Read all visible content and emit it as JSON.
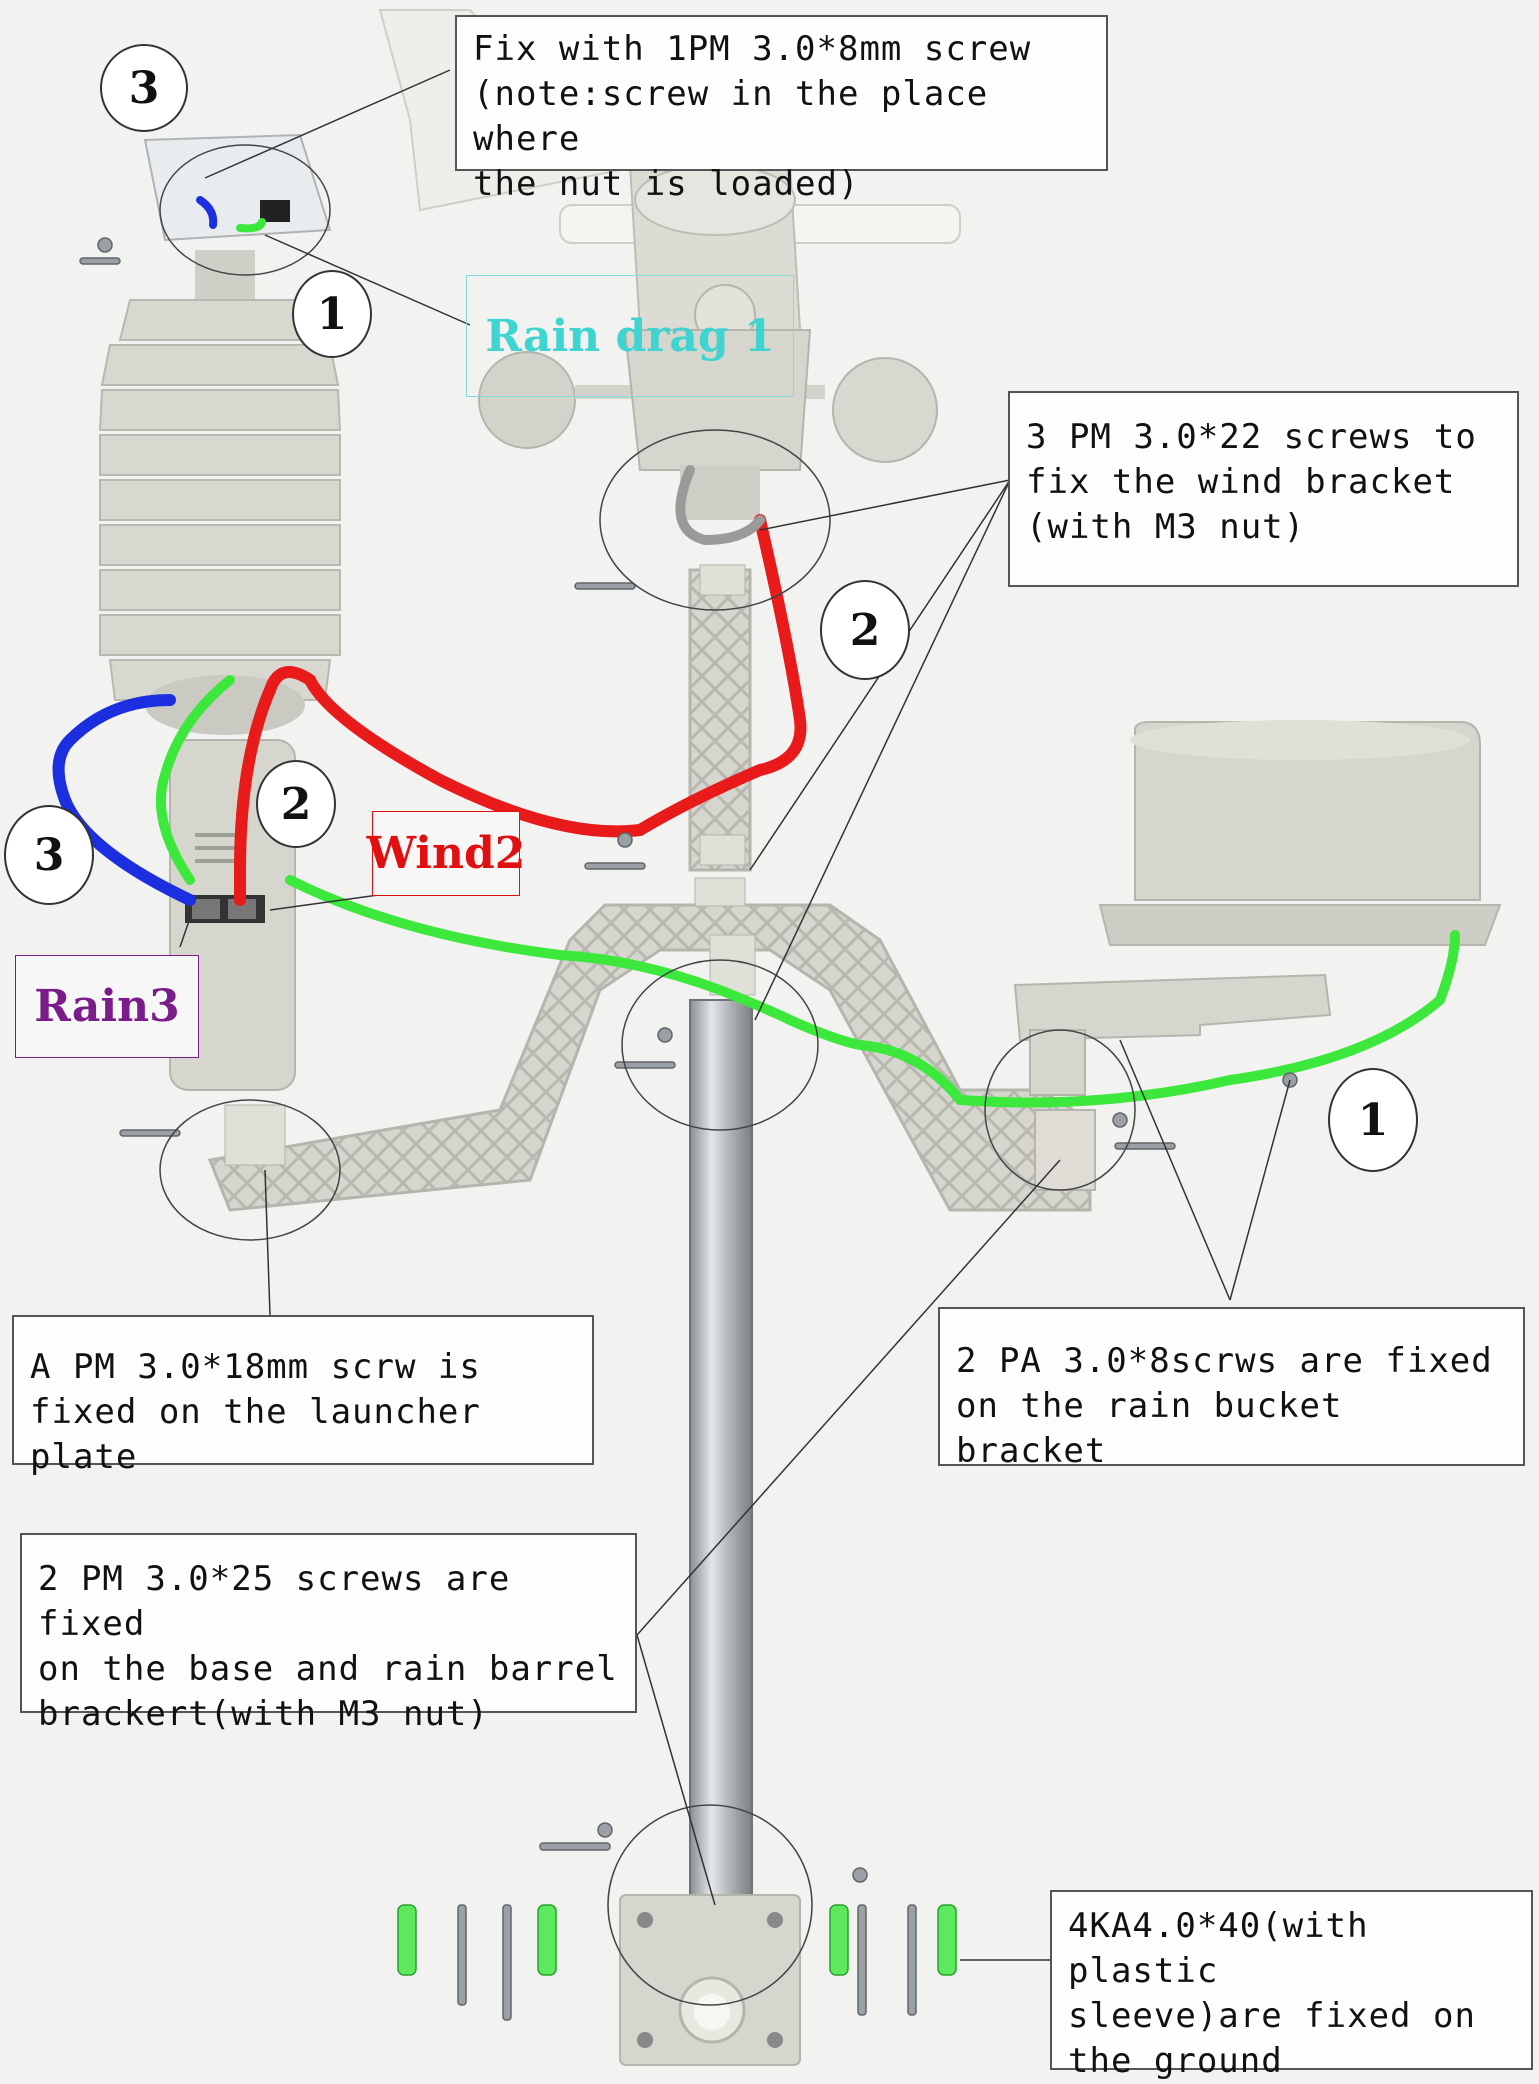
{
  "callouts": {
    "rain_sensor_screw": "Fix with 1PM 3.0*8mm screw\n(note:screw in the place where\nthe nut is loaded)",
    "wind_bracket_screws": "3 PM 3.0*22 screws to\nfix the wind bracket\n(with M3 nut)",
    "launcher_plate_screw": "A PM 3.0*18mm scrw is\nfixed on the launcher plate",
    "rain_bucket_screws": "2 PA 3.0*8scrws are fixed\non the rain bucket bracket",
    "base_screws": "2 PM 3.0*25 screws are fixed\non the base and rain barrel\nbrackert(with M3 nut)",
    "ground_screws": "4KA4.0*40(with plastic\nsleeve)are fixed on\nthe ground"
  },
  "step_numbers": {
    "top_left_3": "3",
    "top_left_1": "1",
    "mast_2": "2",
    "sensor_2": "2",
    "sensor_3": "3",
    "right_1": "1"
  },
  "labels": {
    "rain_drag": "Rain drag 1",
    "wind": "Wind2",
    "rain3": "Rain3"
  },
  "colors": {
    "wire_red": "#e81a1a",
    "wire_green": "#3be83b",
    "wire_blue": "#1b2fe0",
    "rain_drag_text": "#3fd4cf",
    "wind_text": "#e01010",
    "rain3_text": "#7a1d8a",
    "plastic": "#d2d1c9"
  }
}
